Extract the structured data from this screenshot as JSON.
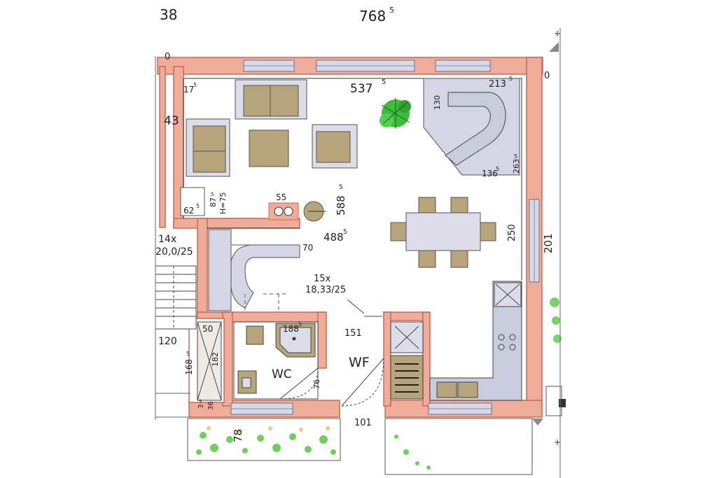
{
  "dimensions": {
    "top_left": "38",
    "top_total": "768",
    "top_total_sup": "5",
    "living_width": "537",
    "living_width_sup": "5",
    "corner_sofa_top": "213",
    "corner_sofa_top_sup": "5",
    "corner_sofa_side": "130",
    "corner_sofa_diag": "136",
    "corner_sofa_diag_sup": "5",
    "corner_sofa_right": "263",
    "corner_sofa_right_sup": "5",
    "wall_left_strip": "43",
    "corner_175": "17",
    "corner_175_sup": "5",
    "niche_875": "87",
    "niche_875_sup": "5",
    "niche_height": "H=75",
    "niche_625": "62",
    "niche_625_sup": "5",
    "fireplace_55": "55",
    "living_depth": "588",
    "living_depth_sup": "5",
    "hall_width": "488",
    "hall_width_sup": "5",
    "stair_70": "70",
    "dining_250": "250",
    "right_wall_201": "201",
    "stairs_count_left": "14x",
    "stairs_rise_left": "20,0/25",
    "stairs_count": "15x",
    "stairs_rise": "18,33/25",
    "shower_188": "188",
    "shower_188_sup": "5",
    "hall_151": "151",
    "dim_120": "120",
    "dim_50": "50",
    "dim_182": "182",
    "dim_168": "168",
    "dim_168_sup": "5",
    "dim_35": "3",
    "dim_35_sup": "5",
    "dim_36": "36",
    "wc_door_76": "76",
    "entry_101": "101",
    "side_78": "78",
    "zero_mark": "0",
    "zero_right": "0"
  },
  "rooms": {
    "wc": "WC",
    "wf": "WF"
  },
  "colors": {
    "wall_fill": "#efac98",
    "wall_stroke": "#c66a57",
    "furniture": "#b7a47a",
    "counter": "#c9ccdd",
    "window": "#d7d9e8",
    "plant": "#3bbf3b",
    "ink": "#1f1f1f"
  }
}
